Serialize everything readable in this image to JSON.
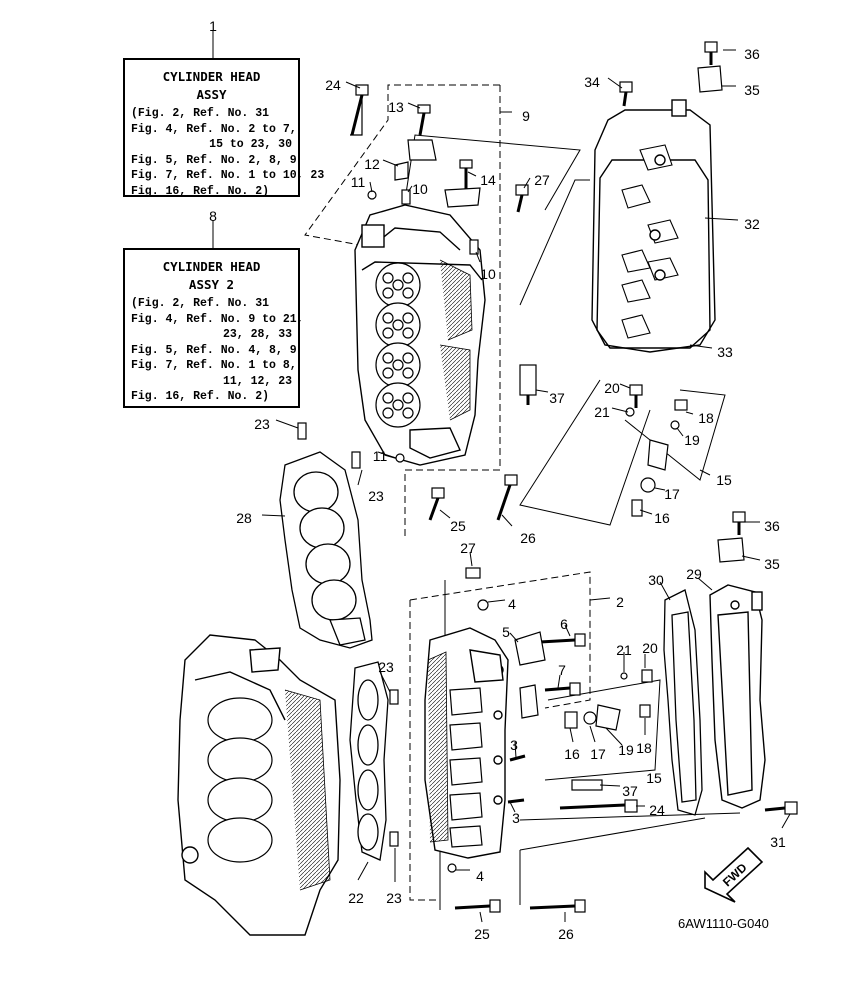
{
  "callouts": [
    {
      "id": "c1",
      "label": "1"
    },
    {
      "id": "c8",
      "label": "8"
    },
    {
      "id": "c24a",
      "label": "24"
    },
    {
      "id": "c13",
      "label": "13"
    },
    {
      "id": "c9",
      "label": "9"
    },
    {
      "id": "c12",
      "label": "12"
    },
    {
      "id": "c11a",
      "label": "11"
    },
    {
      "id": "c10a",
      "label": "10"
    },
    {
      "id": "c14",
      "label": "14"
    },
    {
      "id": "c27a",
      "label": "27"
    },
    {
      "id": "c10b",
      "label": "10"
    },
    {
      "id": "c34",
      "label": "34"
    },
    {
      "id": "c36a",
      "label": "36"
    },
    {
      "id": "c35a",
      "label": "35"
    },
    {
      "id": "c32",
      "label": "32"
    },
    {
      "id": "c33",
      "label": "33"
    },
    {
      "id": "c37a",
      "label": "37"
    },
    {
      "id": "c20a",
      "label": "20"
    },
    {
      "id": "c21a",
      "label": "21"
    },
    {
      "id": "c18a",
      "label": "18"
    },
    {
      "id": "c19a",
      "label": "19"
    },
    {
      "id": "c15a",
      "label": "15"
    },
    {
      "id": "c17a",
      "label": "17"
    },
    {
      "id": "c16a",
      "label": "16"
    },
    {
      "id": "c23a",
      "label": "23"
    },
    {
      "id": "c11b",
      "label": "11"
    },
    {
      "id": "c23b",
      "label": "23"
    },
    {
      "id": "c28",
      "label": "28"
    },
    {
      "id": "c25a",
      "label": "25"
    },
    {
      "id": "c26a",
      "label": "26"
    },
    {
      "id": "c27b",
      "label": "27"
    },
    {
      "id": "c36b",
      "label": "36"
    },
    {
      "id": "c35b",
      "label": "35"
    },
    {
      "id": "c30",
      "label": "30"
    },
    {
      "id": "c29",
      "label": "29"
    },
    {
      "id": "c4a",
      "label": "4"
    },
    {
      "id": "c2",
      "label": "2"
    },
    {
      "id": "c6",
      "label": "6"
    },
    {
      "id": "c5",
      "label": "5"
    },
    {
      "id": "c7",
      "label": "7"
    },
    {
      "id": "c21b",
      "label": "21"
    },
    {
      "id": "c20b",
      "label": "20"
    },
    {
      "id": "c23c",
      "label": "23"
    },
    {
      "id": "c16b",
      "label": "16"
    },
    {
      "id": "c17b",
      "label": "17"
    },
    {
      "id": "c19b",
      "label": "19"
    },
    {
      "id": "c18b",
      "label": "18"
    },
    {
      "id": "c3a",
      "label": "3"
    },
    {
      "id": "c15b",
      "label": "15"
    },
    {
      "id": "c37b",
      "label": "37"
    },
    {
      "id": "c24b",
      "label": "24"
    },
    {
      "id": "c3b",
      "label": "3"
    },
    {
      "id": "c31",
      "label": "31"
    },
    {
      "id": "c22",
      "label": "22"
    },
    {
      "id": "c23d",
      "label": "23"
    },
    {
      "id": "c4b",
      "label": "4"
    },
    {
      "id": "c25b",
      "label": "25"
    },
    {
      "id": "c26b",
      "label": "26"
    }
  ],
  "assy1": {
    "title": "CYLINDER HEAD",
    "subtitle": "ASSY",
    "lines": [
      "(Fig. 2, Ref. No. 31",
      " Fig. 4, Ref. No. 2 to 7,",
      "15 to 23, 30",
      "Fig. 5, Ref. No. 2, 8, 9",
      "Fig. 7, Ref. No. 1 to 10, 23",
      "Fig. 16, Ref. No. 2)"
    ]
  },
  "assy2": {
    "title": "CYLINDER HEAD",
    "subtitle": "ASSY 2",
    "lines": [
      "(Fig. 2, Ref. No. 31",
      " Fig. 4, Ref. No. 9 to 21,",
      "23, 28, 33",
      "Fig. 5, Ref. No. 4, 8, 9",
      "Fig. 7, Ref. No. 1 to 8,",
      "11, 12, 23",
      "Fig. 16, Ref. No. 2)"
    ]
  },
  "fwd_label": "FWD",
  "diagram_code": "6AW1110-G040"
}
